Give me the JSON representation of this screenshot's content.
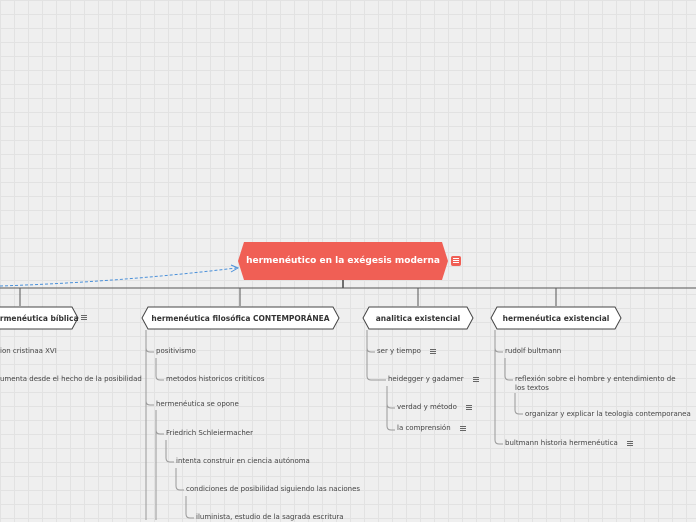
{
  "root": {
    "label": "hermenéutico en la exégesis moderna",
    "color": "#f05f55"
  },
  "branches": [
    {
      "label": "hermenéutica bíblica"
    },
    {
      "label": "hermenéutica filosófica CONTEMPORÁNEA"
    },
    {
      "label": "analitica existencial"
    },
    {
      "label": "hermenéutica existencial"
    }
  ],
  "leaves": {
    "biblica_1": "ion cristinaa XVI",
    "biblica_2": "umenta desde el hecho de la posibilidad",
    "filo_1": "positivismo",
    "filo_2": "metodos historicos crititicos",
    "filo_3": "hermenéutica se opone",
    "filo_4": "Friedrich Schleiermacher",
    "filo_5": "intenta construir en ciencia autónoma",
    "filo_6": "condiciones de posibilidad siguiendo las naciones",
    "filo_7": "iluminista, estudio de la sagrada escritura",
    "ana_1": "ser y tiempo",
    "ana_2": "heidegger y gadamer",
    "ana_3": "verdad y método",
    "ana_4": "la comprensión",
    "exi_1": "rudolf bultmann",
    "exi_2": "reflexión sobre el hombre y entendimiento de los textos",
    "exi_3": "organizar y explicar la teologia contemporanea",
    "exi_4": "bultmann historia hermenéutica"
  },
  "colors": {
    "line": "#555555",
    "dashed": "#4a90d9",
    "node_border": "#444444"
  }
}
